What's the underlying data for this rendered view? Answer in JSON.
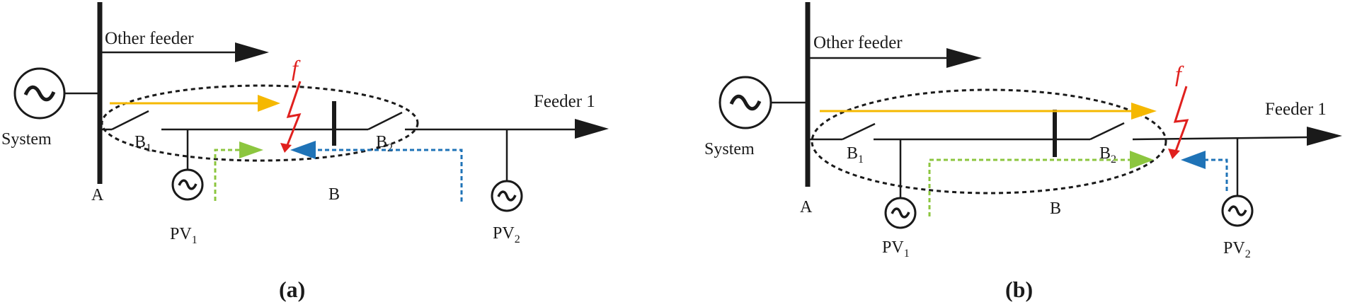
{
  "panel_a": {
    "other_feeder": "Other feeder",
    "system": "System",
    "bus_a": "A",
    "bus_b": "B",
    "breaker_1": "B",
    "breaker_1_sub": "1",
    "breaker_2": "B",
    "breaker_2_sub": "2",
    "fault": "f",
    "feeder": "Feeder 1",
    "pv1": "PV",
    "pv1_sub": "1",
    "pv2": "PV",
    "pv2_sub": "2",
    "generator_symbol": "~",
    "caption": "(a)"
  },
  "panel_b": {
    "other_feeder": "Other feeder",
    "system": "System",
    "bus_a": "A",
    "bus_b": "B",
    "breaker_1": "B",
    "breaker_1_sub": "1",
    "breaker_2": "B",
    "breaker_2_sub": "2",
    "fault": "f",
    "feeder": "Feeder 1",
    "pv1": "PV",
    "pv1_sub": "1",
    "pv2": "PV",
    "pv2_sub": "2",
    "generator_symbol": "~",
    "caption": "(b)"
  },
  "colors": {
    "system_current": "#f5b800",
    "pv1_current": "#8cc63f",
    "pv2_current": "#1f73b7",
    "fault": "#e0201e",
    "line": "#1a1a1a"
  }
}
